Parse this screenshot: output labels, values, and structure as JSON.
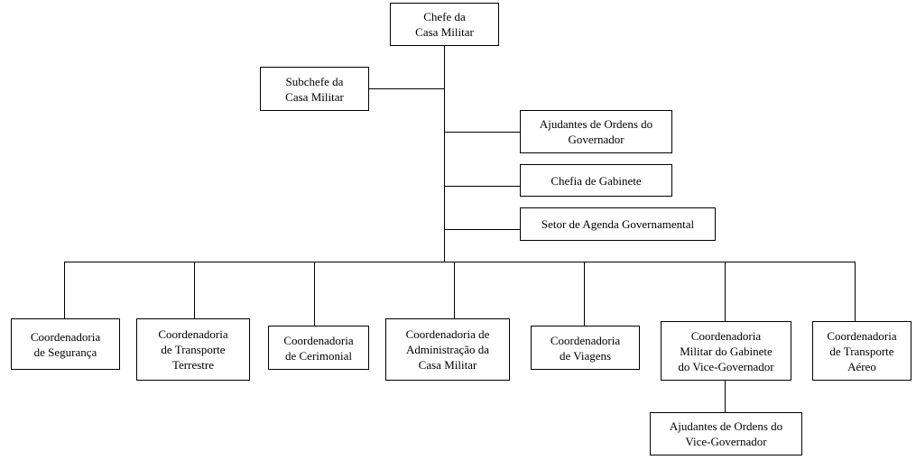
{
  "chefe": "Chefe da\nCasa Militar",
  "subchefe": "Subchefe da\nCasa Militar",
  "ajudantes_governador": "Ajudantes de Ordens do\nGovernador",
  "chefia_gabinete": "Chefia de Gabinete",
  "setor_agenda": "Setor de Agenda Governamental",
  "coord_seguranca": "Coordenadoria\nde Segurança",
  "coord_transporte_terrestre": "Coordenadoria\nde Transporte\nTerrestre",
  "coord_cerimonial": "Coordenadoria\nde Cerimonial",
  "coord_administracao": "Coordenadoria de\nAdministração da\nCasa Militar",
  "coord_viagens": "Coordenadoria\nde Viagens",
  "coord_militar_vice": "Coordenadoria\nMilitar do Gabinete\ndo Vice-Governador",
  "coord_transporte_aereo": "Coordenadoria\nde Transporte\nAéreo",
  "ajudantes_vice": "Ajudantes de Ordens do\nVice-Governador"
}
